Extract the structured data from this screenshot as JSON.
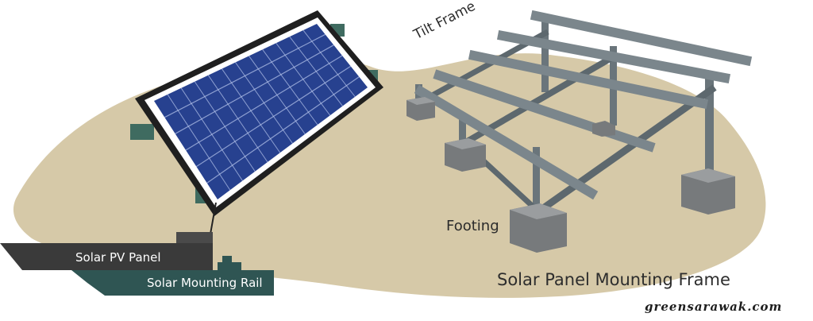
{
  "labels": {
    "tilt_frame": "Tilt Frame",
    "footing": "Footing",
    "title": "Solar Panel Mounting Frame",
    "solar_pv_panel": "Solar PV Panel",
    "solar_mounting_rail": "Solar Mounting Rail",
    "credit": "greensarawak.com"
  },
  "colors": {
    "ground": "#d6c9a8",
    "panel_frame": "#1f1f1f",
    "panel_border": "#ffffff",
    "cell_blue": "#27418f",
    "steel": "#6f7a80",
    "footing": "#7d8082",
    "panel_tag": "#3a3a3a",
    "rail_tag": "#2f5553",
    "bracket": "#3f6b60"
  },
  "panel_grid": {
    "rows": 6,
    "cols": 12
  }
}
